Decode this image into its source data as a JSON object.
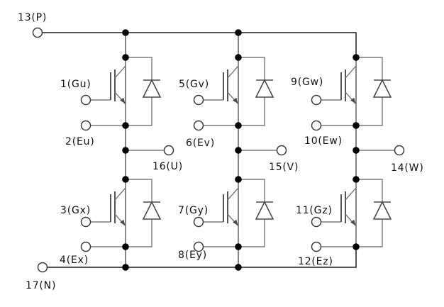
{
  "diagram": {
    "terminals": {
      "p": "13(P)",
      "n": "17(N)",
      "gu": "1(Gu)",
      "eu": "2(Eu)",
      "gx": "3(Gx)",
      "ex": "4(Ex)",
      "gv": "5(Gv)",
      "ev": "6(Ev)",
      "gy": "7(Gy)",
      "ey": "8(Ey)",
      "gw": "9(Gw)",
      "ew": "10(Ew)",
      "gz": "11(Gz)",
      "ez": "12(Ez)",
      "u": "16(U)",
      "v": "15(V)",
      "w": "14(W)"
    },
    "colors": {
      "background": "#ffffff",
      "text": "#111111",
      "bus_wire": "#1b1b1b",
      "leg_wire": "#4f4f4f",
      "lead_wire": "#7a7a7a",
      "igbt_bar": "#555555",
      "diode_wire": "#4a4a4a",
      "junction_dot": "#000000",
      "terminal_ring": "#3a3a3a"
    }
  }
}
